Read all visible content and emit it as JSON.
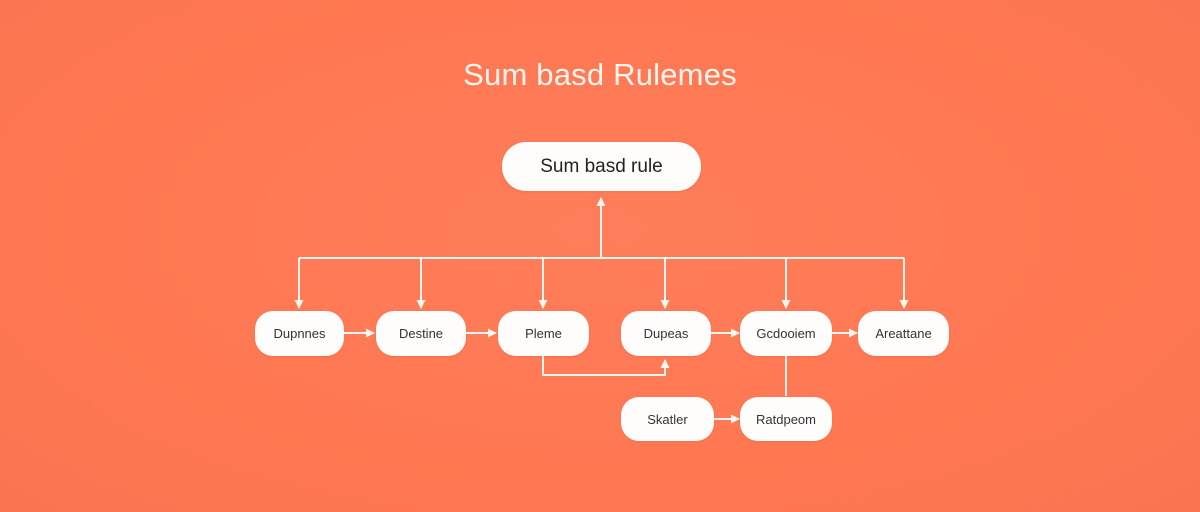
{
  "diagram": {
    "title": "Sum basd Rulemes",
    "root": {
      "label": "Sum basd rule"
    },
    "row_nodes": [
      {
        "label": "Dupnnes"
      },
      {
        "label": "Destine"
      },
      {
        "label": "Pleme"
      },
      {
        "label": "Dupeas"
      },
      {
        "label": "Gcdooiem"
      },
      {
        "label": "Areattane"
      }
    ],
    "bottom_nodes": [
      {
        "label": "Skatler"
      },
      {
        "label": "Ratdpeom"
      }
    ]
  },
  "colors": {
    "background": "#FF7A57",
    "node_fill": "#FFFDFB",
    "connector": "#FFF4EE",
    "text": "#333333"
  }
}
